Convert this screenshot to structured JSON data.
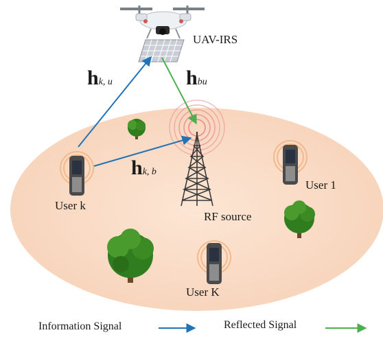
{
  "labels": {
    "uav_irs": "UAV-IRS",
    "rf_source": "RF source",
    "user_k": "User k",
    "user_1": "User 1",
    "user_K": "User K"
  },
  "channels": {
    "h_ku": {
      "symbol": "h",
      "subscript": "k, u"
    },
    "h_bu": {
      "symbol": "h",
      "subscript": "bu"
    },
    "h_kb": {
      "symbol": "h",
      "subscript": "k, b"
    }
  },
  "legend": {
    "information_signal": "Information Signal",
    "reflected_signal": "Reflected Signal"
  },
  "colors": {
    "information_signal": "#1f73b7",
    "reflected_signal": "#4caf50",
    "coverage_area": "#f9dcc4",
    "ring": "#f3b98a"
  }
}
